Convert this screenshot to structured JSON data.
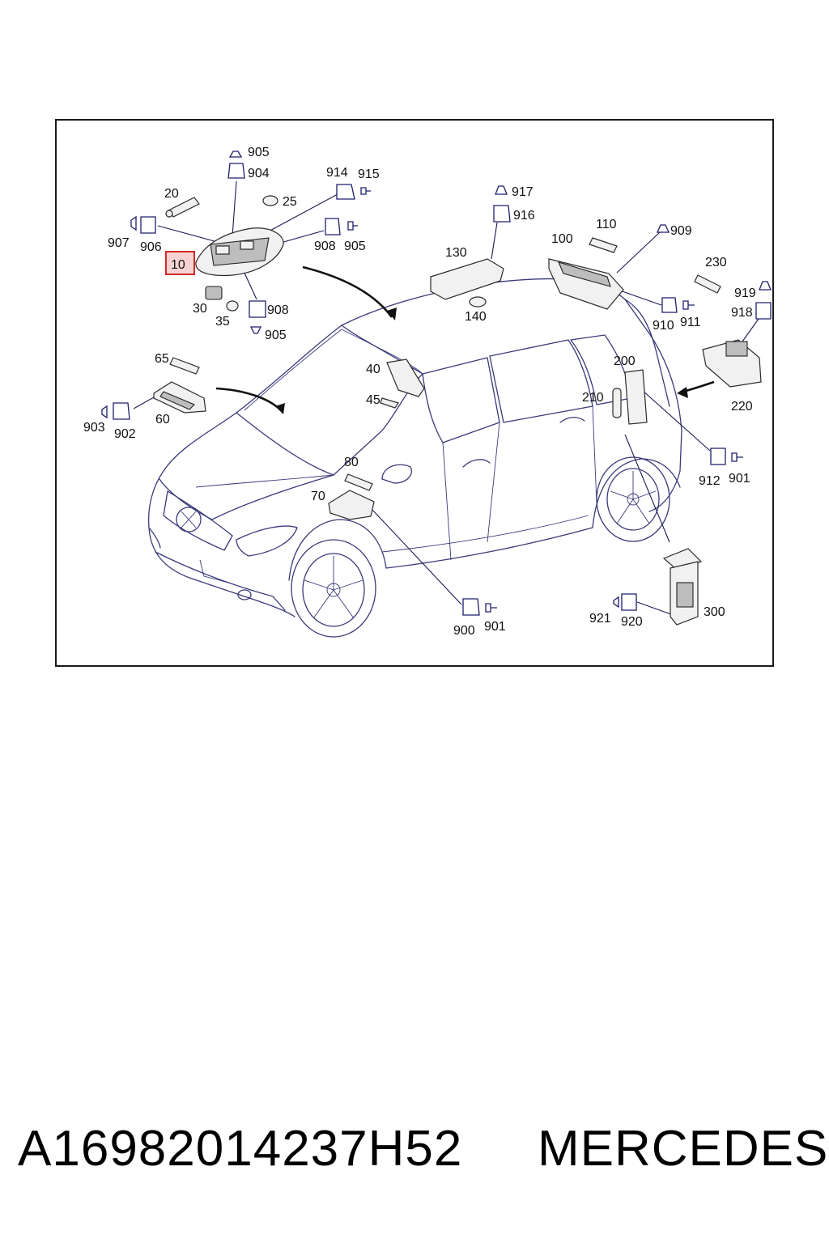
{
  "diagram": {
    "highlighted_label": "10",
    "labels": {
      "l905a": "905",
      "l904": "904",
      "l914": "914",
      "l915": "915",
      "l20": "20",
      "l25": "25",
      "l907": "907",
      "l906": "906",
      "l908a": "908",
      "l905b": "905",
      "l30": "30",
      "l35": "35",
      "l908b": "908",
      "l905c": "905",
      "l917": "917",
      "l916": "916",
      "l130": "130",
      "l140": "140",
      "l100": "100",
      "l110": "110",
      "l909": "909",
      "l230": "230",
      "l919": "919",
      "l918": "918",
      "l910": "910",
      "l911": "911",
      "l65": "65",
      "l903": "903",
      "l902": "902",
      "l60": "60",
      "l40": "40",
      "l45": "45",
      "l200": "200",
      "l210": "210",
      "l220": "220",
      "l912": "912",
      "l901a": "901",
      "l80": "80",
      "l70": "70",
      "l900": "900",
      "l901b": "901",
      "l921": "921",
      "l920": "920",
      "l300": "300"
    }
  },
  "footer": {
    "part_number": "A16982014237H52",
    "brand": "MERCEDES"
  },
  "colors": {
    "highlight_fill": "#f6d3d3",
    "highlight_stroke": "#d22a2a",
    "line_art": "#3a3a7a"
  }
}
